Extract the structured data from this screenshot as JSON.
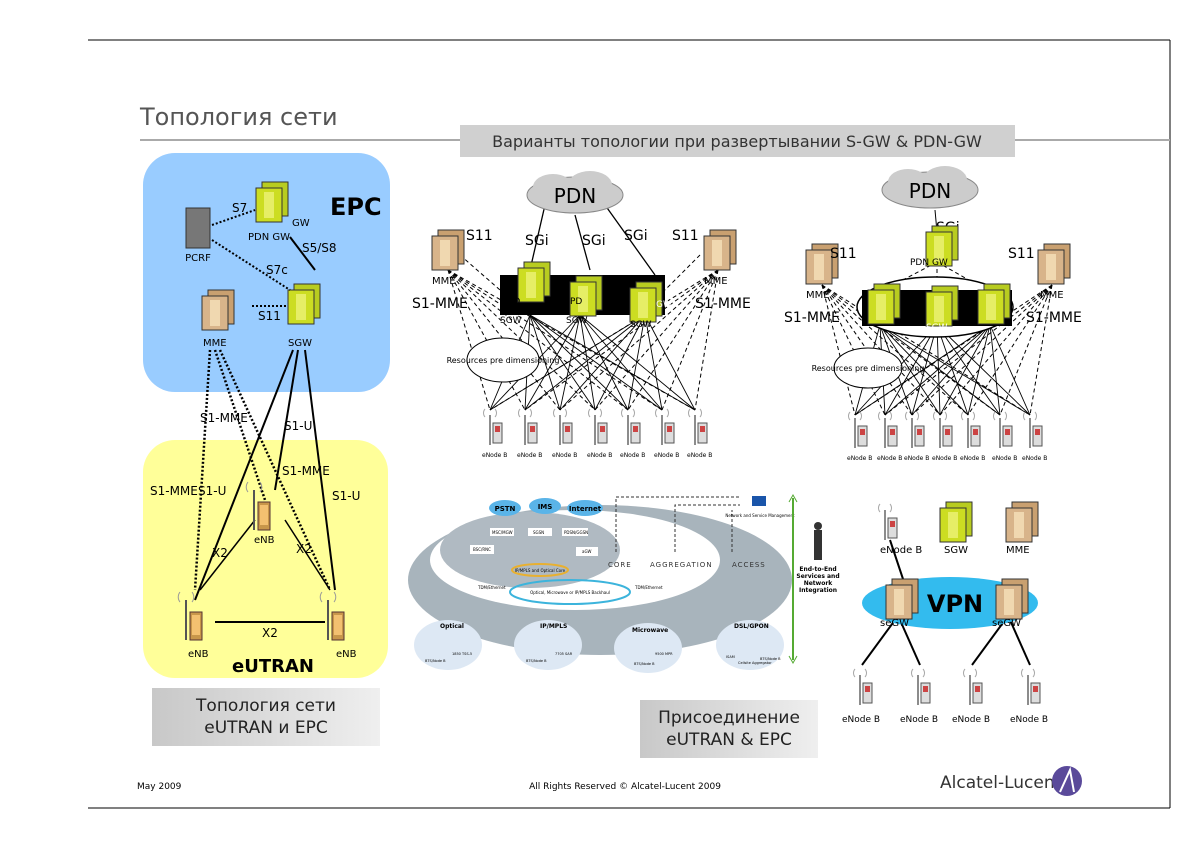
{
  "slide": {
    "title": "Топология сети",
    "banner": "Варианты топологии при развертывании S-GW & PDN-GW"
  },
  "epc": {
    "label": "EPC",
    "pcrf": "PCRF",
    "pdngw": "PDN GW",
    "gw": "GW",
    "sgw": "SGW",
    "mme": "MME",
    "s7": "S7",
    "s5s8": "S5/S8",
    "s7c": "S7c",
    "s11": "S11",
    "color": "#99ccff"
  },
  "eutran": {
    "label": "eUTRAN",
    "enb": "eNB",
    "s1mme": "S1-MME",
    "s1u": "S1-U",
    "x2": "X2",
    "color": "#ffff99"
  },
  "diagram_a": {
    "pdn": "PDN",
    "s11": "S11",
    "sgi": "SGi",
    "s1mme": "S1-MME",
    "mme": "MME",
    "sgw": "SGW",
    "pd": "PD",
    "gw": "GW",
    "resources": "Resources pre dimensioning",
    "enodeb": "eNode B"
  },
  "diagram_b": {
    "pdn": "PDN",
    "sgi": "SGi",
    "pdngw": "PDN GW",
    "s11": "S11",
    "mme": "MME",
    "s1mme": "S1-MME",
    "sgw": "SGW",
    "resources": "Resources pre dimensioning",
    "enodeb": "eNode B"
  },
  "network": {
    "pstn": "PSTN",
    "ims": "IMS",
    "internet": "Internet",
    "msc": "MSC/MGW",
    "sgsn": "SGSN",
    "pdsn": "PDSN/GGSN",
    "bsc": "BSC/RNC",
    "agw": "aGW",
    "core_ring": "IP/MPLS and Optical Core",
    "backhaul": "Optical, Microwave or IP/MPLS Backhaul",
    "tdm": "TDM/Ethernet",
    "core": "CORE",
    "aggregation": "AGGREGATION",
    "access": "ACCESS",
    "nsm": "Network and Service Management",
    "e2e": [
      "End-to-End",
      "Services and",
      "Network",
      "Integration"
    ],
    "optical": "Optical",
    "ipmpls": "IP/MPLS",
    "microwave": "Microwave",
    "dsl": "DSL/GPON",
    "bts": "BTS/Node B",
    "tss": "1850 TSS-5",
    "sar": "7705 SAR",
    "mpr": "9500 MPR",
    "isam": "ISAM",
    "cellsite": "Cellsite Aggregator"
  },
  "vpn": {
    "label": "VPN",
    "enodeb": "eNode B",
    "sgw": "SGW",
    "mme": "MME",
    "segw": "seGW",
    "color": "#33bbee"
  },
  "captions": {
    "left": [
      "Топология сети",
      "eUTRAN и EPC"
    ],
    "right": [
      "Присоединение",
      "eUTRAN & EPC"
    ]
  },
  "footer": {
    "date": "May 2009",
    "rights": "All Rights Reserved © Alcatel-Lucent 2009",
    "logo": "Alcatel-Lucent"
  }
}
